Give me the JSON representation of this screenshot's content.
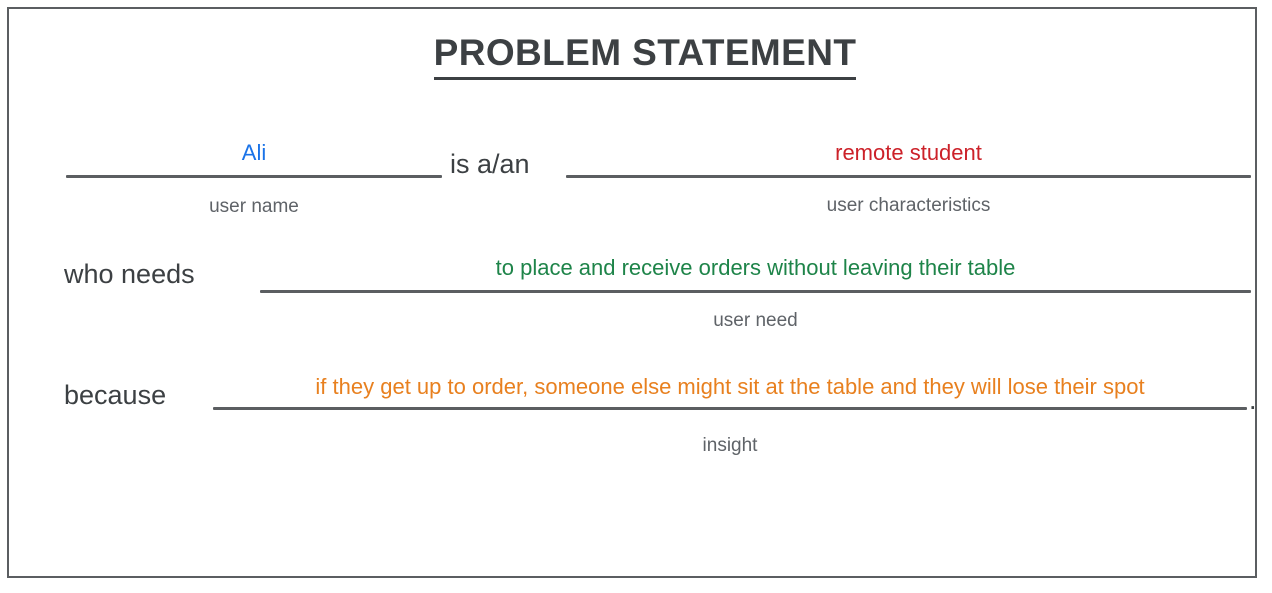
{
  "sheet": {
    "title": "PROBLEM STATEMENT",
    "border_color": "#5b5e61",
    "background": "#ffffff",
    "text_color": "#3c4043",
    "caption_color": "#5f6368"
  },
  "statement": {
    "connectors": {
      "is_a_an": "is a/an",
      "who_needs": "who needs",
      "because": "because",
      "period": "."
    },
    "fields": [
      {
        "key": "user_name",
        "value": "Ali",
        "caption": "user name",
        "color": "#1a73e8"
      },
      {
        "key": "user_characteristics",
        "value": "remote student",
        "caption": "user characteristics",
        "color": "#cc2129"
      },
      {
        "key": "user_need",
        "value": "to place and receive orders without leaving their table",
        "caption": "user need",
        "color": "#1e8449"
      },
      {
        "key": "insight",
        "value": "if they get up to order, someone else might sit at the table and they will lose their spot",
        "caption": "insight",
        "color": "#e8801f"
      }
    ]
  }
}
